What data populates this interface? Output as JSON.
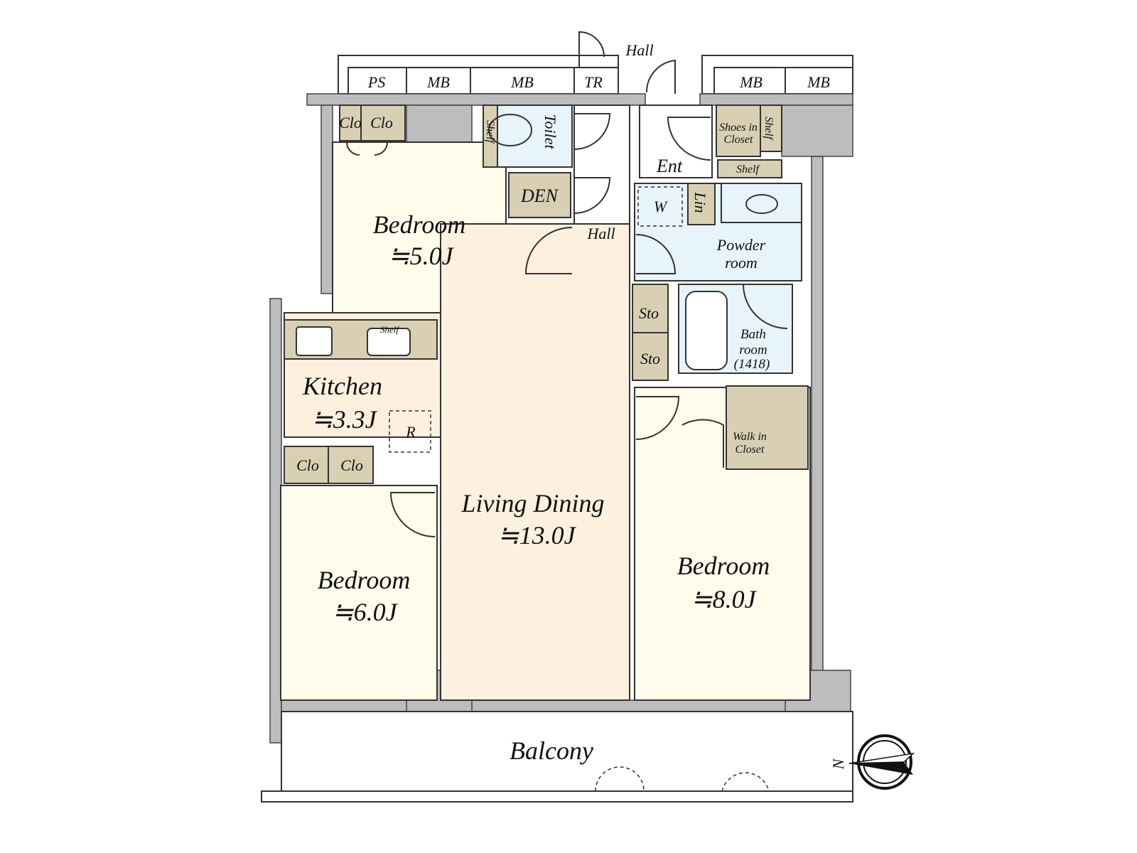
{
  "plan": {
    "top_rooms": {
      "ps": "PS",
      "mb1": "MB",
      "mb2": "MB",
      "tr": "TR",
      "mb3": "MB",
      "mb4": "MB",
      "hall_outside": "Hall"
    },
    "bedroom_nw": {
      "name": "Bedroom",
      "size": "≒5.0J"
    },
    "clo_nw_1": "Clo",
    "clo_nw_2": "Clo",
    "toilet": "Toilet",
    "toilet_shelf": "Shelf",
    "den": "DEN",
    "hall": "Hall",
    "ent": "Ent",
    "shoes_closet": "Shoes in Closet",
    "shoes_closet_line1": "Shoes in",
    "shoes_closet_line2": "Closet",
    "shelf_v": "Shelf",
    "shelf_h": "Shelf",
    "washer": "W",
    "linen": "Lin",
    "powder_room_line1": "Powder",
    "powder_room_line2": "room",
    "sto1": "Sto",
    "sto2": "Sto",
    "bath_line1": "Bath",
    "bath_line2": "room",
    "bath_line3": "(1418)",
    "kitchen": {
      "name": "Kitchen",
      "size": "≒3.3J",
      "shelf": "Shelf",
      "fridge": "R"
    },
    "clo_w_1": "Clo",
    "clo_w_2": "Clo",
    "living": {
      "name": "Living Dining",
      "size": "≒13.0J"
    },
    "bedroom_sw": {
      "name": "Bedroom",
      "size": "≒6.0J"
    },
    "walk_in_line1": "Walk in",
    "walk_in_line2": "Closet",
    "bedroom_se": {
      "name": "Bedroom",
      "size": "≒8.0J"
    },
    "balcony": "Balcony",
    "compass": "N"
  },
  "colors": {
    "wall": "#bdbdbd",
    "bedroom": "#fffcec",
    "living": "#fdf0df",
    "storage": "#d9d0b4",
    "wet": "#e8f4fc"
  }
}
